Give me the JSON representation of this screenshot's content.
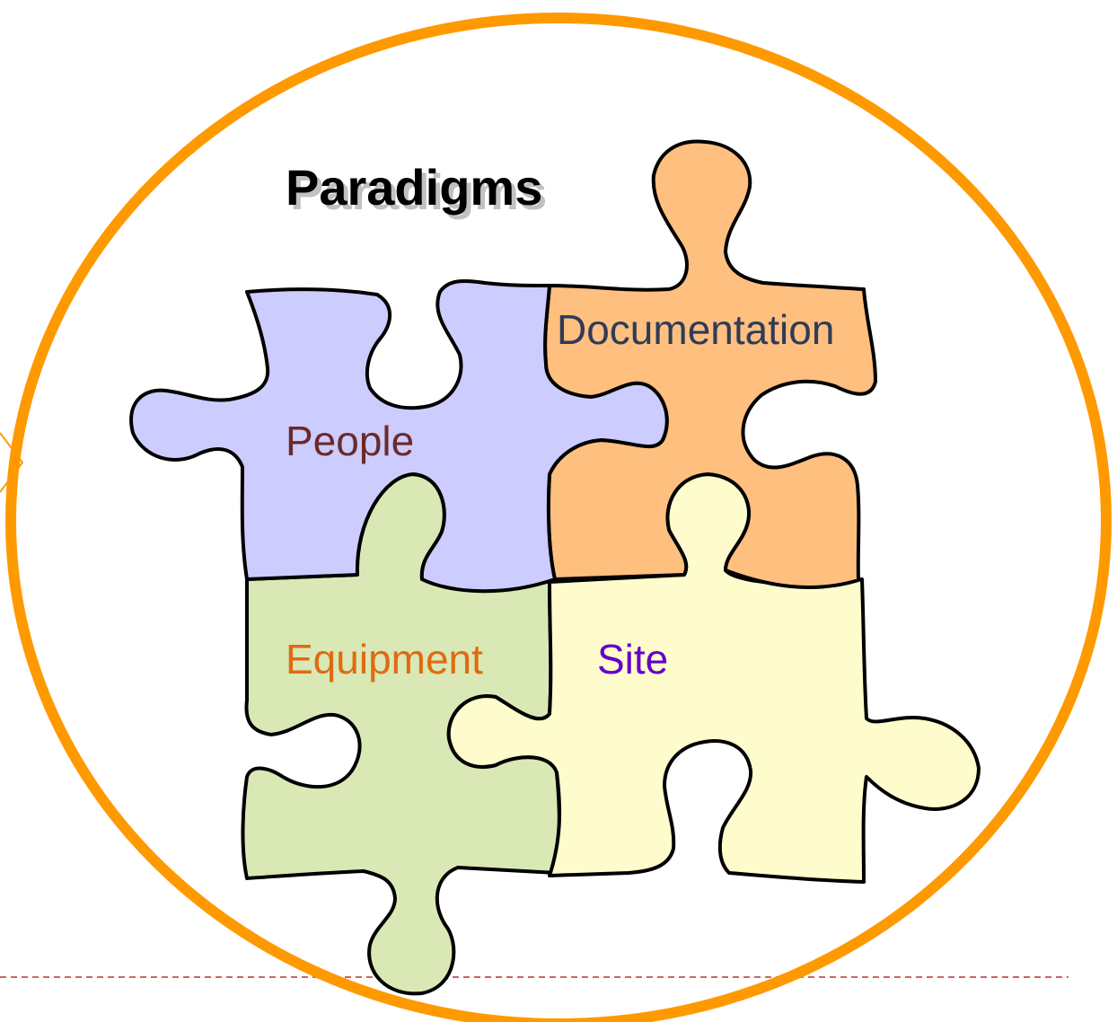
{
  "title": "Paradigms",
  "pieces": {
    "people": {
      "label": "People",
      "fill": "#ccccff",
      "text_color": "#6b2a2a"
    },
    "documentation": {
      "label": "Documentation",
      "fill": "#ffbf7f",
      "text_color": "#2f3b57"
    },
    "equipment": {
      "label": "Equipment",
      "fill": "#d9e8b5",
      "text_color": "#e06a12"
    },
    "site": {
      "label": "Site",
      "fill": "#fefccc",
      "text_color": "#6600cc"
    }
  },
  "colors": {
    "circle": "#ff9900",
    "dashed_line": "#cc6666",
    "arrow": "#ff9900"
  }
}
